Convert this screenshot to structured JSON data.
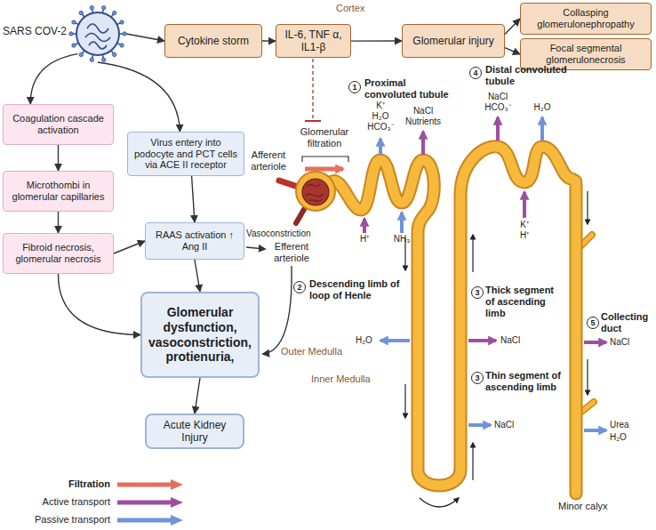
{
  "diagram": {
    "nodes": [
      {
        "text": [
          "SARS COV-2"
        ]
      },
      {
        "text": [
          "Cytokine storm"
        ]
      },
      {
        "text": [
          "IL-6, TNF α, IL1-β"
        ]
      },
      {
        "text": [
          "Glomerular injury"
        ]
      },
      {
        "text": [
          "Collasping glomerulonephropathy"
        ]
      },
      {
        "text": [
          "Focal segmental glomerulonecrosis"
        ]
      },
      {
        "text": [
          "Coagulation cascade activation"
        ]
      },
      {
        "text": [
          "Microthombi in glomerular capillaries"
        ]
      },
      {
        "text": [
          "Fibroid necrosis, glomerular necrosis"
        ]
      },
      {
        "text": [
          "Virus entery into podocyte and PCT cells via ACE II receptor"
        ]
      },
      {
        "text": [
          "RAAS activation ↑ Ang II"
        ]
      },
      {
        "text": [
          "Glomerular dysfunction, vasoconstriction, protienuria,"
        ]
      },
      {
        "text": [
          "Acute Kidney Injury"
        ]
      }
    ],
    "edges": [
      {
        "from": 0,
        "to": 1,
        "arrow": "to"
      },
      {
        "from": 1,
        "to": 2,
        "arrow": "to"
      },
      {
        "from": 2,
        "to": 3,
        "arrow": "to"
      },
      {
        "from": 3,
        "to": 4,
        "arrow": "to"
      },
      {
        "from": 3,
        "to": 5,
        "arrow": "to"
      },
      {
        "from": 0,
        "to": 6,
        "arrow": "to"
      },
      {
        "from": 0,
        "to": 9,
        "arrow": "to"
      },
      {
        "from": 6,
        "to": 7,
        "arrow": "to"
      },
      {
        "from": 7,
        "to": 8,
        "arrow": "to"
      },
      {
        "from": 8,
        "to": 10,
        "arrow": "to"
      },
      {
        "from": 8,
        "to": 11,
        "arrow": "to"
      },
      {
        "from": 9,
        "to": 10,
        "arrow": "to"
      },
      {
        "from": 10,
        "to": 11,
        "arrow": "to"
      },
      {
        "from": 11,
        "to": 12,
        "arrow": "to"
      }
    ],
    "labels": [
      "Cortex",
      "Glomerular filtration",
      "Afferent arteriole",
      "Vasoconstriction",
      "Efferent arteriole",
      "1",
      "Proximal convoluted tubule",
      "K⁺",
      "H₂O",
      "HCO₃⁻",
      "NaCl",
      "Nutrients",
      "H⁺",
      "NH₃",
      "4",
      "Distal convoluted tubule",
      "NaCl",
      "HCO₃⁻",
      "H₂O",
      "K⁺",
      "H⁺",
      "2",
      "Descending limb of loop of Henle",
      "3",
      "Thick segment of ascending limb",
      "Outer Medulla",
      "H₂O",
      "NaCl",
      "5",
      "Collecting duct",
      "NaCl",
      "3",
      "Thin segment of ascending limb",
      "Inner Medulla",
      "NaCl",
      "Urea",
      "H₂O",
      "Minor calyx"
    ],
    "legend": [
      {
        "text": "Filtration",
        "color": "#e4705c"
      },
      {
        "text": "Active transport",
        "color": "#9c4f9f"
      },
      {
        "text": "Passive transport",
        "color": "#6f93d8"
      }
    ]
  }
}
